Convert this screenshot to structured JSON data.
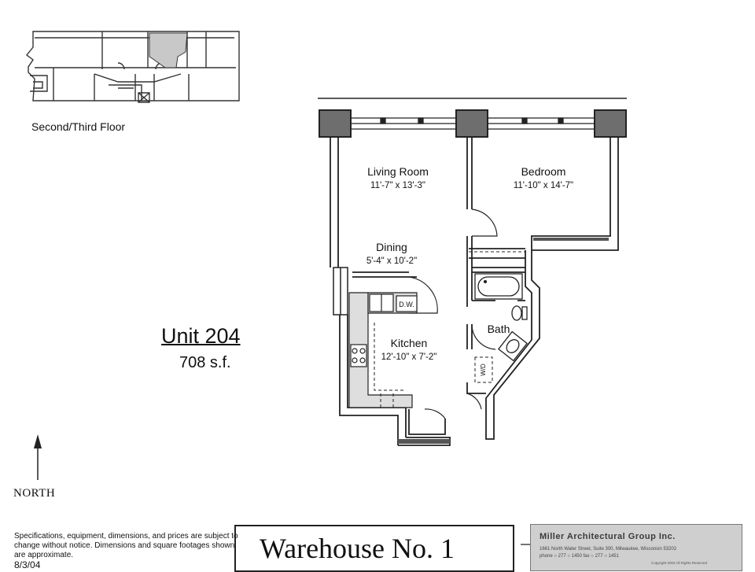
{
  "keyplan": {
    "caption": "Second/Third Floor"
  },
  "unit": {
    "title": "Unit 204",
    "area": "708 s.f."
  },
  "rooms": {
    "living": {
      "name": "Living Room",
      "dims": "11'-7\" x 13'-3\""
    },
    "bedroom": {
      "name": "Bedroom",
      "dims": "11'-10\" x 14'-7\""
    },
    "dining": {
      "name": "Dining",
      "dims": "5'-4\" x 10'-2\""
    },
    "kitchen": {
      "name": "Kitchen",
      "dims": "12'-10\" x 7'-2\""
    },
    "bath": {
      "name": "Bath"
    },
    "dishwasher": {
      "label": "D.W."
    },
    "washer_dryer": {
      "label": "W/D"
    }
  },
  "north": {
    "label": "NORTH"
  },
  "footer": {
    "disclaimer": "Specifications, equipment, dimensions, and prices are subject to change without notice.  Dimensions and square footages shown are approximate.",
    "date": "8/3/04",
    "building_name": "Warehouse No. 1",
    "firm_name": "Miller Architectural Group Inc.",
    "firm_address": "1661 North Water Street, Suite 300, Milwaukee, Wisconsin 53202",
    "firm_phone": "phone ○ 277 ○ 1450    fax ○ 277 ○ 1451",
    "firm_copyright": "Copyright  2003  All Rights Reserved"
  },
  "colors": {
    "wall": "#222222",
    "highlight": "#c8c8c8",
    "firm_block": "#cfcfcf"
  }
}
